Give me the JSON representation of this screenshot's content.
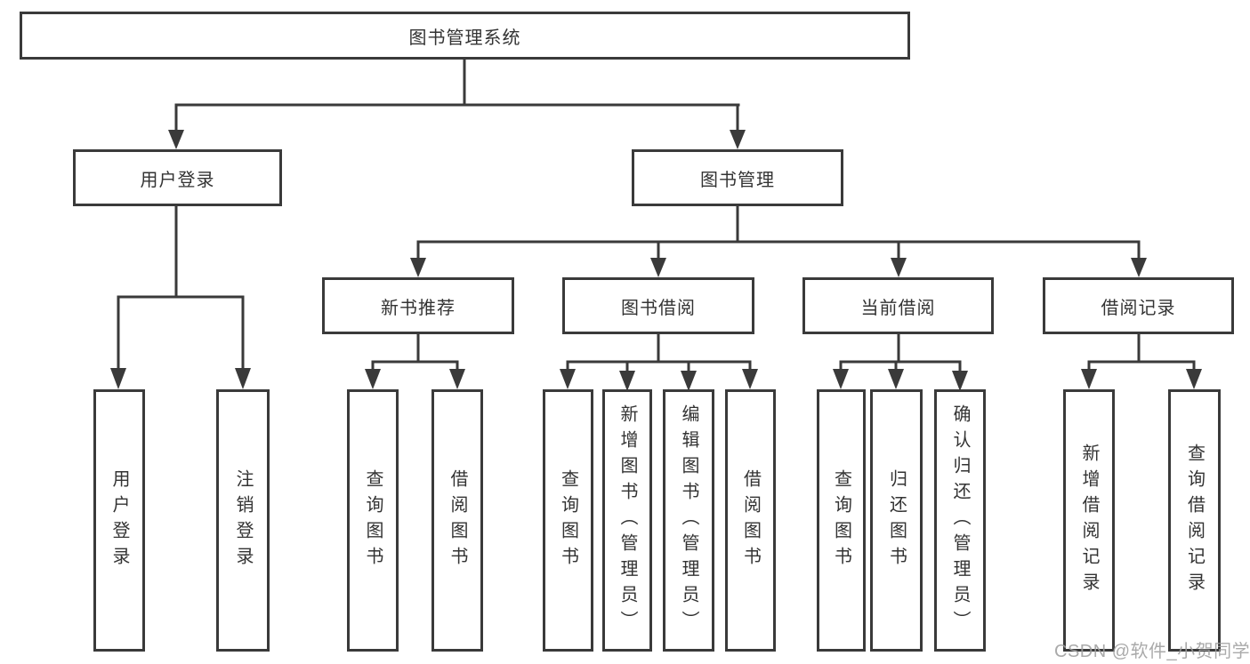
{
  "diagram": {
    "title": "图书管理系统",
    "root": {
      "label": "图书管理系统"
    },
    "level2": [
      {
        "label": "用户登录"
      },
      {
        "label": "图书管理"
      }
    ],
    "level3": [
      {
        "label": "新书推荐",
        "parent": "图书管理"
      },
      {
        "label": "图书借阅",
        "parent": "图书管理"
      },
      {
        "label": "当前借阅",
        "parent": "图书管理"
      },
      {
        "label": "借阅记录",
        "parent": "图书管理"
      }
    ],
    "leaves": [
      {
        "label": "用户登录",
        "parent": "用户登录"
      },
      {
        "label": "注销登录",
        "parent": "用户登录"
      },
      {
        "label": "查询图书",
        "parent": "新书推荐"
      },
      {
        "label": "借阅图书",
        "parent": "新书推荐"
      },
      {
        "label": "查询图书",
        "parent": "图书借阅"
      },
      {
        "label": "新增图书（管理员）",
        "parent": "图书借阅"
      },
      {
        "label": "编辑图书（管理员）",
        "parent": "图书借阅"
      },
      {
        "label": "借阅图书",
        "parent": "图书借阅"
      },
      {
        "label": "查询图书",
        "parent": "当前借阅"
      },
      {
        "label": "归还图书",
        "parent": "当前借阅"
      },
      {
        "label": "确认归还（管理员）",
        "parent": "当前借阅"
      },
      {
        "label": "新增借阅记录",
        "parent": "借阅记录"
      },
      {
        "label": "查询借阅记录",
        "parent": "借阅记录"
      }
    ],
    "watermark": "CSDN @软件_小贺同学",
    "colors": {
      "line": "#3a3a3a",
      "text": "#333333",
      "watermark": "#9e9e9e",
      "background": "#ffffff"
    }
  }
}
